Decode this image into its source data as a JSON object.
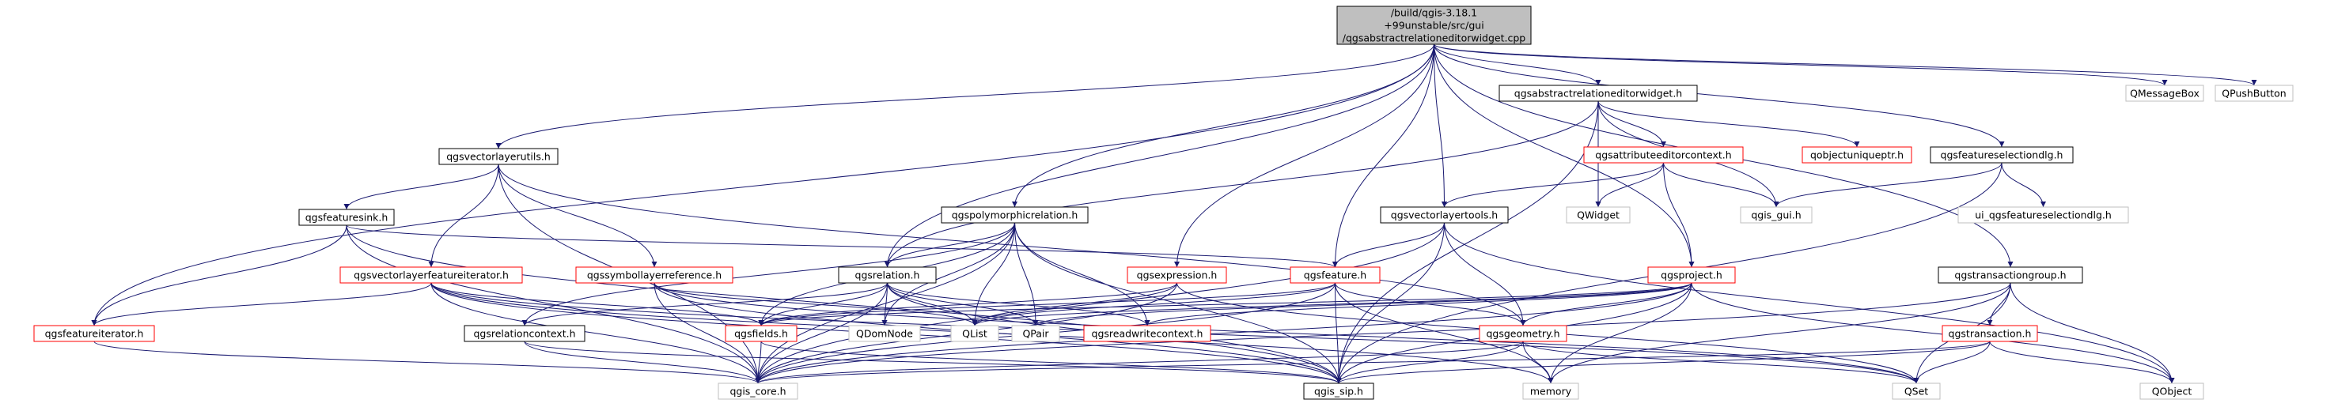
{
  "colors": {
    "root_fill": "#bfbfbf",
    "edge": "#191970",
    "border_documented": "#000000",
    "border_undocumented": "#ff0000",
    "border_external": "#bfbfbf",
    "node_fill": "#ffffff"
  },
  "nodes": [
    {
      "id": "root",
      "lines": [
        "/build/qgis-3.18.1",
        "+99unstable/src/gui",
        "/qgsabstractrelationeditorwidget.cpp"
      ],
      "style": "root"
    },
    {
      "id": "qgsvectorlayerutils",
      "lines": [
        "qgsvectorlayerutils.h"
      ],
      "style": "documented"
    },
    {
      "id": "qgsabstractrelationeditorwidget",
      "lines": [
        "qgsabstractrelationeditorwidget.h"
      ],
      "style": "documented"
    },
    {
      "id": "qmessagebox",
      "lines": [
        "QMessageBox"
      ],
      "style": "external"
    },
    {
      "id": "qpushbutton",
      "lines": [
        "QPushButton"
      ],
      "style": "external"
    },
    {
      "id": "qgsattributeeditorcontext",
      "lines": [
        "qgsattributeeditorcontext.h"
      ],
      "style": "undocumented"
    },
    {
      "id": "qobjectuniqueptr",
      "lines": [
        "qobjectuniqueptr.h"
      ],
      "style": "undocumented"
    },
    {
      "id": "qgsfeatureselectiondlg",
      "lines": [
        "qgsfeatureselectiondlg.h"
      ],
      "style": "documented"
    },
    {
      "id": "qgsfeaturesink",
      "lines": [
        "qgsfeaturesink.h"
      ],
      "style": "documented"
    },
    {
      "id": "qgspolymorphicrelation",
      "lines": [
        "qgspolymorphicrelation.h"
      ],
      "style": "documented"
    },
    {
      "id": "qgsvectorlayertools",
      "lines": [
        "qgsvectorlayertools.h"
      ],
      "style": "documented"
    },
    {
      "id": "qwidget",
      "lines": [
        "QWidget"
      ],
      "style": "external"
    },
    {
      "id": "qgis_gui",
      "lines": [
        "qgis_gui.h"
      ],
      "style": "external"
    },
    {
      "id": "ui_qgsfeatureselectiondlg",
      "lines": [
        "ui_qgsfeatureselectiondlg.h"
      ],
      "style": "external"
    },
    {
      "id": "qgsvectorlayerfeatureiterator",
      "lines": [
        "qgsvectorlayerfeatureiterator.h"
      ],
      "style": "undocumented"
    },
    {
      "id": "qgssymbollayerreference",
      "lines": [
        "qgssymbollayerreference.h"
      ],
      "style": "undocumented"
    },
    {
      "id": "qgsrelation",
      "lines": [
        "qgsrelation.h"
      ],
      "style": "documented"
    },
    {
      "id": "qgsexpression",
      "lines": [
        "qgsexpression.h"
      ],
      "style": "undocumented"
    },
    {
      "id": "qgsfeature",
      "lines": [
        "qgsfeature.h"
      ],
      "style": "undocumented"
    },
    {
      "id": "qgsproject",
      "lines": [
        "qgsproject.h"
      ],
      "style": "undocumented"
    },
    {
      "id": "qgstransactiongroup",
      "lines": [
        "qgstransactiongroup.h"
      ],
      "style": "documented"
    },
    {
      "id": "qgsfeatureiterator",
      "lines": [
        "qgsfeatureiterator.h"
      ],
      "style": "undocumented"
    },
    {
      "id": "qgsrelationcontext",
      "lines": [
        "qgsrelationcontext.h"
      ],
      "style": "documented"
    },
    {
      "id": "qgsfields",
      "lines": [
        "qgsfields.h"
      ],
      "style": "undocumented"
    },
    {
      "id": "qdomnode",
      "lines": [
        "QDomNode"
      ],
      "style": "external"
    },
    {
      "id": "qlist",
      "lines": [
        "QList"
      ],
      "style": "external"
    },
    {
      "id": "qpair",
      "lines": [
        "QPair"
      ],
      "style": "external"
    },
    {
      "id": "qgsreadwritecontext",
      "lines": [
        "qgsreadwritecontext.h"
      ],
      "style": "undocumented"
    },
    {
      "id": "qgsgeometry",
      "lines": [
        "qgsgeometry.h"
      ],
      "style": "undocumented"
    },
    {
      "id": "qgstransaction",
      "lines": [
        "qgstransaction.h"
      ],
      "style": "undocumented"
    },
    {
      "id": "qobject",
      "lines": [
        "QObject"
      ],
      "style": "external"
    },
    {
      "id": "qgis_core",
      "lines": [
        "qgis_core.h"
      ],
      "style": "external"
    },
    {
      "id": "qgis_sip",
      "lines": [
        "qgis_sip.h"
      ],
      "style": "documented"
    },
    {
      "id": "memory",
      "lines": [
        "memory"
      ],
      "style": "external"
    },
    {
      "id": "qset",
      "lines": [
        "QSet"
      ],
      "style": "external"
    }
  ],
  "edges": [
    [
      "root",
      "qgsvectorlayerutils"
    ],
    [
      "root",
      "qgsabstractrelationeditorwidget"
    ],
    [
      "root",
      "qmessagebox"
    ],
    [
      "root",
      "qpushbutton"
    ],
    [
      "root",
      "qgsfeatureselectiondlg"
    ],
    [
      "root",
      "qgspolymorphicrelation"
    ],
    [
      "root",
      "qgsvectorlayertools"
    ],
    [
      "root",
      "qgsrelation"
    ],
    [
      "root",
      "qgsexpression"
    ],
    [
      "root",
      "qgsfeature"
    ],
    [
      "root",
      "qgsproject"
    ],
    [
      "root",
      "qgstransactiongroup"
    ],
    [
      "root",
      "qgsfeatureiterator"
    ],
    [
      "qgsvectorlayerutils",
      "qgsfeaturesink"
    ],
    [
      "qgsvectorlayerutils",
      "qgsvectorlayerfeatureiterator"
    ],
    [
      "qgsvectorlayerutils",
      "qgssymbollayerreference"
    ],
    [
      "qgsvectorlayerutils",
      "qgsgeometry"
    ],
    [
      "qgsvectorlayerutils",
      "qgis_core"
    ],
    [
      "qgsabstractrelationeditorwidget",
      "qgsattributeeditorcontext"
    ],
    [
      "qgsabstractrelationeditorwidget",
      "qobjectuniqueptr"
    ],
    [
      "qgsabstractrelationeditorwidget",
      "qwidget"
    ],
    [
      "qgsabstractrelationeditorwidget",
      "qgis_gui"
    ],
    [
      "qgsabstractrelationeditorwidget",
      "qgsrelation"
    ],
    [
      "qgsabstractrelationeditorwidget",
      "qgis_sip"
    ],
    [
      "qgsattributeeditorcontext",
      "qgsvectorlayertools"
    ],
    [
      "qgsattributeeditorcontext",
      "qwidget"
    ],
    [
      "qgsattributeeditorcontext",
      "qgis_gui"
    ],
    [
      "qgsattributeeditorcontext",
      "qgsproject"
    ],
    [
      "qgsfeatureselectiondlg",
      "qgis_gui"
    ],
    [
      "qgsfeatureselectiondlg",
      "ui_qgsfeatureselectiondlg"
    ],
    [
      "qgsfeatureselectiondlg",
      "qgis_sip"
    ],
    [
      "qgsfeaturesink",
      "qgsfeature"
    ],
    [
      "qgsfeaturesink",
      "qgsfeatureiterator"
    ],
    [
      "qgsfeaturesink",
      "qgis_core"
    ],
    [
      "qgsfeaturesink",
      "qgis_sip"
    ],
    [
      "qgspolymorphicrelation",
      "qgsrelation"
    ],
    [
      "qgspolymorphicrelation",
      "qgsrelationcontext"
    ],
    [
      "qgspolymorphicrelation",
      "qgsfields"
    ],
    [
      "qgspolymorphicrelation",
      "qdomnode"
    ],
    [
      "qgspolymorphicrelation",
      "qlist"
    ],
    [
      "qgspolymorphicrelation",
      "qpair"
    ],
    [
      "qgspolymorphicrelation",
      "qgsreadwritecontext"
    ],
    [
      "qgspolymorphicrelation",
      "qgis_core"
    ],
    [
      "qgspolymorphicrelation",
      "qgis_sip"
    ],
    [
      "qgsvectorlayertools",
      "qgsfeature"
    ],
    [
      "qgsvectorlayertools",
      "qgsgeometry"
    ],
    [
      "qgsvectorlayertools",
      "qobject"
    ],
    [
      "qgsvectorlayertools",
      "qgis_core"
    ],
    [
      "qgsvectorlayertools",
      "qgis_sip"
    ],
    [
      "qgsvectorlayerfeatureiterator",
      "qgsfeatureiterator"
    ],
    [
      "qgsvectorlayerfeatureiterator",
      "qgsfields"
    ],
    [
      "qgsvectorlayerfeatureiterator",
      "qgis_core"
    ],
    [
      "qgsvectorlayerfeatureiterator",
      "qgis_sip"
    ],
    [
      "qgsvectorlayerfeatureiterator",
      "qset"
    ],
    [
      "qgsvectorlayerfeatureiterator",
      "memory"
    ],
    [
      "qgssymbollayerreference",
      "qlist"
    ],
    [
      "qgssymbollayerreference",
      "qgis_core"
    ],
    [
      "qgssymbollayerreference",
      "qgis_sip"
    ],
    [
      "qgssymbollayerreference",
      "qset"
    ],
    [
      "qgsrelation",
      "qgsrelationcontext"
    ],
    [
      "qgsrelation",
      "qgsfields"
    ],
    [
      "qgsrelation",
      "qdomnode"
    ],
    [
      "qgsrelation",
      "qlist"
    ],
    [
      "qgsrelation",
      "qpair"
    ],
    [
      "qgsrelation",
      "qgsreadwritecontext"
    ],
    [
      "qgsrelation",
      "qgis_core"
    ],
    [
      "qgsrelation",
      "qgis_sip"
    ],
    [
      "qgsexpression",
      "qlist"
    ],
    [
      "qgsexpression",
      "qset"
    ],
    [
      "qgsexpression",
      "qgis_core"
    ],
    [
      "qgsexpression",
      "qgsfields"
    ],
    [
      "qgsfeature",
      "qgsfields"
    ],
    [
      "qgsfeature",
      "qgsgeometry"
    ],
    [
      "qgsfeature",
      "qlist"
    ],
    [
      "qgsfeature",
      "qgis_core"
    ],
    [
      "qgsfeature",
      "qgis_sip"
    ],
    [
      "qgsfeature",
      "memory"
    ],
    [
      "qgsproject",
      "qgsreadwritecontext"
    ],
    [
      "qgsproject",
      "qgsfields"
    ],
    [
      "qgsproject",
      "qlist"
    ],
    [
      "qgsproject",
      "qpair"
    ],
    [
      "qgsproject",
      "qobject"
    ],
    [
      "qgsproject",
      "qgis_core"
    ],
    [
      "qgsproject",
      "qgis_sip"
    ],
    [
      "qgsproject",
      "qgsgeometry"
    ],
    [
      "qgsproject",
      "memory"
    ],
    [
      "qgstransactiongroup",
      "qgstransaction"
    ],
    [
      "qgstransactiongroup",
      "qobject"
    ],
    [
      "qgstransactiongroup",
      "qset"
    ],
    [
      "qgstransactiongroup",
      "qgis_core"
    ],
    [
      "qgstransactiongroup",
      "memory"
    ],
    [
      "qgsfeatureiterator",
      "qgis_core"
    ],
    [
      "qgsrelationcontext",
      "qgis_core"
    ],
    [
      "qgsrelationcontext",
      "qgis_sip"
    ],
    [
      "qgsfields",
      "qgis_core"
    ],
    [
      "qgsfields",
      "qgis_sip"
    ],
    [
      "qgsgeometry",
      "qgis_core"
    ],
    [
      "qgsgeometry",
      "qgis_sip"
    ],
    [
      "qgsgeometry",
      "memory"
    ],
    [
      "qgsgeometry",
      "qset"
    ],
    [
      "qgstransaction",
      "qgis_core"
    ],
    [
      "qgstransaction",
      "qgis_sip"
    ],
    [
      "qgstransaction",
      "qobject"
    ],
    [
      "qgstransaction",
      "qset"
    ]
  ]
}
